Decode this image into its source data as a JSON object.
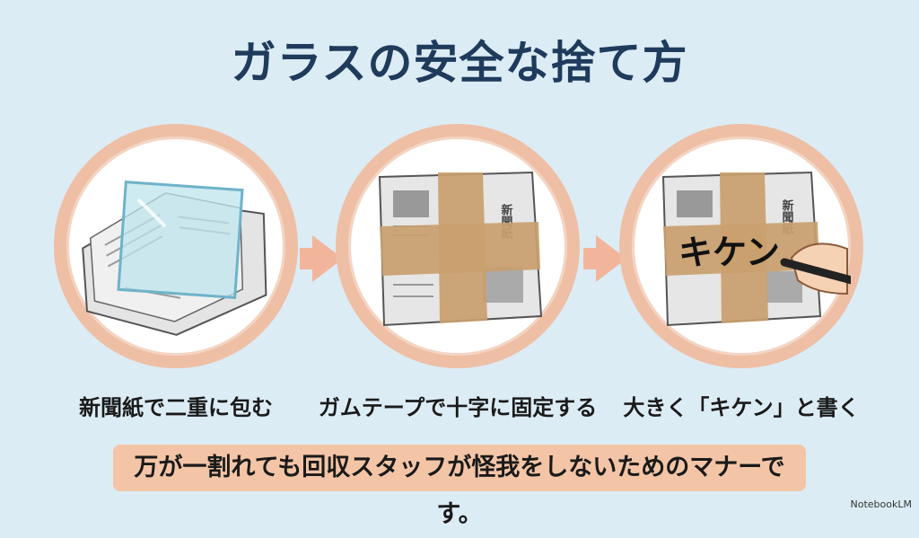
{
  "title": "ガラスの安全な捨て方",
  "steps": [
    {
      "label": "新聞紙で二重に包む",
      "icon": "glass-on-newspaper"
    },
    {
      "label": "ガムテープで十字に固定する",
      "icon": "taped-package",
      "package_text": "新聞紙"
    },
    {
      "label": "大きく「キケン」と書く",
      "icon": "marked-package",
      "package_text": "新聞紙",
      "written_text": "キケン"
    }
  ],
  "note": "万が一割れても回収スタッフが怪我をしないためのマナーです。",
  "brand": "NotebookLM",
  "colors": {
    "background": "#dcecf5",
    "title": "#1f3b5c",
    "ring": "#eebfa5",
    "note_bg": "#f3c5a6",
    "tape": "#c9a06e"
  }
}
